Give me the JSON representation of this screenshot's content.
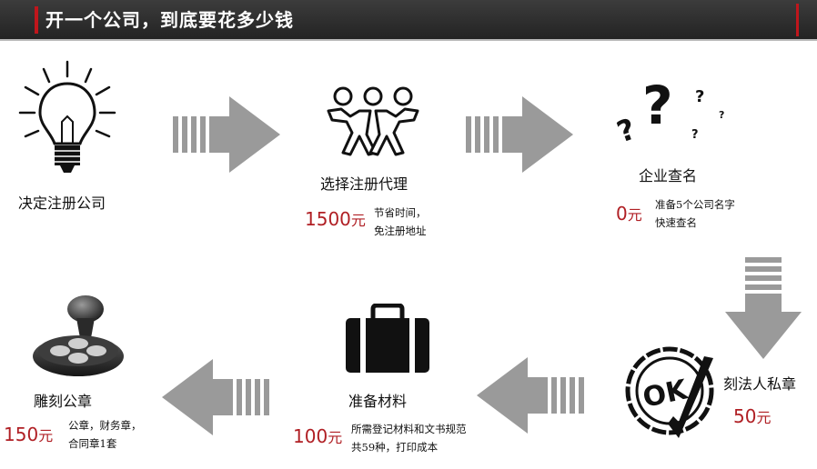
{
  "header": {
    "title": "开一个公司，到底要花多少钱"
  },
  "steps": [
    {
      "label": "决定注册公司",
      "icon": "lightbulb-icon"
    },
    {
      "label": "选择注册代理",
      "price": "1500",
      "unit": "元",
      "note_lines": [
        "节省时间，",
        "免注册地址"
      ],
      "icon": "people-icon"
    },
    {
      "label": "企业查名",
      "price": "0",
      "unit": "元",
      "note_lines": [
        "准备5个公司名字",
        "快速查名"
      ],
      "icon": "question-marks-icon"
    },
    {
      "label": "刻法人私章",
      "price": "50",
      "unit": "元",
      "icon": "ok-stamp-icon"
    },
    {
      "label": "准备材料",
      "price": "100",
      "unit": "元",
      "note_lines": [
        "所需登记材料和文书规范",
        "共59种，打印成本"
      ],
      "icon": "briefcase-icon"
    },
    {
      "label": "雕刻公章",
      "price": "150",
      "unit": "元",
      "note_lines": [
        "公章，财务章，",
        "合同章1套"
      ],
      "icon": "seal-stamp-icon"
    }
  ],
  "colors": {
    "accent": "#c0161c",
    "price": "#b01f24",
    "arrow": "#9a9a9a",
    "header_bg": "#2c2c2c"
  }
}
